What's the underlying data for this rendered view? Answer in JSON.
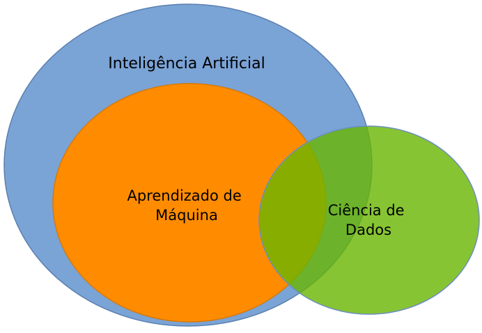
{
  "diagram": {
    "type": "venn",
    "background": "#ffffff",
    "sets": {
      "ai": {
        "label": "Inteligência Artificial",
        "fill": "#7aa3d6",
        "stroke": "#5b7fae"
      },
      "ml": {
        "label_line1": "Aprendizado de",
        "label_line2": "Máquina",
        "fill": "#ff8c00",
        "stroke": "#d97900"
      },
      "ds": {
        "label_line1": "Ciência de",
        "label_line2": "Dados",
        "fill": "#69b500",
        "stroke": "#6c8ebf"
      }
    }
  }
}
